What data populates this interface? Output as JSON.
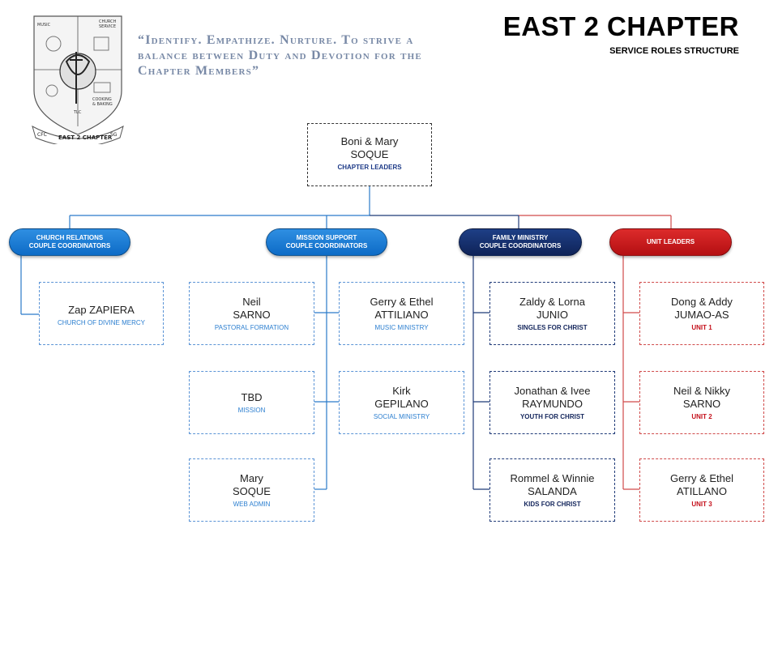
{
  "header": {
    "motto": "“Identify. Empathize. Nurture. To strive a balance between Duty and Devotion for the Chapter Members”",
    "title": "EAST 2 CHAPTER",
    "subtitle": "SERVICE ROLES STRUCTURE"
  },
  "crest": {
    "lettering": [
      "MUSIC",
      "CHURCH SERVICE",
      "COOKING & BAKING",
      "TLC",
      "EAST 2 CHAPTER",
      "CFC",
      "SG"
    ]
  },
  "colors": {
    "blue": "#0d6bc6",
    "navy": "#0f2358",
    "red": "#b40f12"
  },
  "top": {
    "names": "Boni & Mary",
    "surname": "SOQUE",
    "role": "CHAPTER LEADERS"
  },
  "groups": [
    {
      "line1": "CHURCH RELATIONS",
      "line2": "COUPLE COORDINATORS"
    },
    {
      "line1": "MISSION SUPPORT",
      "line2": "COUPLE COORDINATORS"
    },
    {
      "line1": "FAMILY MINISTRY",
      "line2": "COUPLE COORDINATORS"
    },
    {
      "line1": "UNIT LEADERS",
      "line2": ""
    }
  ],
  "church_relations": [
    {
      "names": "Zap ZAPIERA",
      "surname": "",
      "role": "CHURCH OF DIVINE MERCY"
    }
  ],
  "mission_support": [
    {
      "names": "Neil",
      "surname": "SARNO",
      "role": "PASTORAL FORMATION"
    },
    {
      "names": "Gerry & Ethel",
      "surname": "ATTILIANO",
      "role": "MUSIC MINISTRY"
    },
    {
      "names": "TBD",
      "surname": "",
      "role": "MISSION"
    },
    {
      "names": "Kirk",
      "surname": "GEPILANO",
      "role": "SOCIAL MINISTRY"
    },
    {
      "names": "Mary",
      "surname": "SOQUE",
      "role": "WEB ADMIN"
    }
  ],
  "family_ministry": [
    {
      "names": "Zaldy & Lorna",
      "surname": "JUNIO",
      "role": "SINGLES FOR CHRIST"
    },
    {
      "names": "Jonathan & Ivee",
      "surname": "RAYMUNDO",
      "role": "YOUTH FOR CHRIST"
    },
    {
      "names": "Rommel & Winnie",
      "surname": "SALANDA",
      "role": "KIDS FOR CHRIST"
    }
  ],
  "unit_leaders": [
    {
      "names": "Dong & Addy",
      "surname": "JUMAO-AS",
      "role": "UNIT 1"
    },
    {
      "names": "Neil & Nikky",
      "surname": "SARNO",
      "role": "UNIT 2"
    },
    {
      "names": "Gerry & Ethel",
      "surname": "ATILLANO",
      "role": "UNIT 3"
    }
  ]
}
